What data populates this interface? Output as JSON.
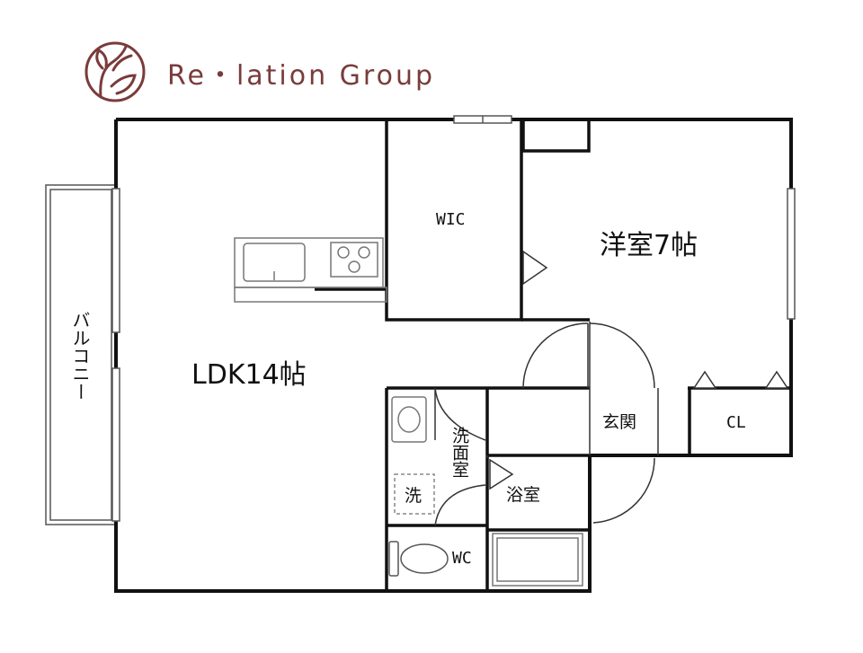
{
  "brand": {
    "name": "Re・lation Group",
    "color": "#7a3b3b"
  },
  "rooms": {
    "ldk": "LDK14帖",
    "western": "洋室7帖",
    "wic": "WIC",
    "genkan": "玄関",
    "closet": "CL",
    "washroom": "洗面室",
    "bathroom": "浴室",
    "toilet": "WC",
    "washer": "洗",
    "balcony": "バルコニー"
  },
  "colors": {
    "wall": "#111111",
    "thin": "#444444",
    "fixture": "#777777"
  }
}
